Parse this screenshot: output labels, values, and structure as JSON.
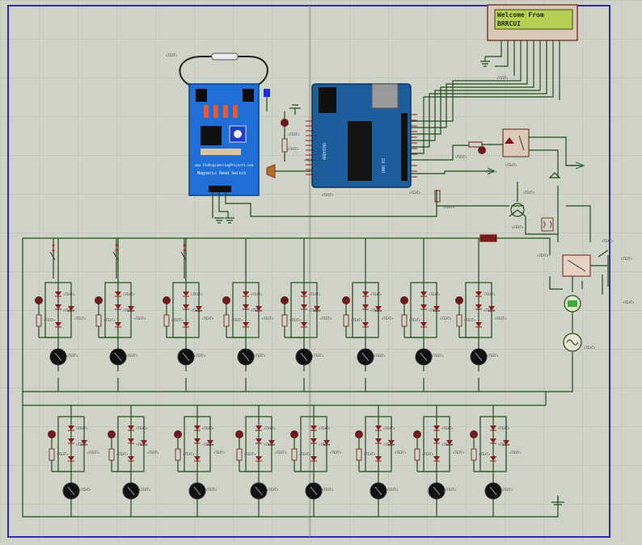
{
  "lcd": {
    "line1": "Welcome From",
    "line2": "BRRCUI"
  },
  "sensor_module": {
    "label": "Magnetic Reed Switch",
    "site": "www.TheEngineeringProjects.com"
  },
  "arduino": {
    "label": "ARDUINO",
    "sublabel": "UNO R3"
  },
  "component_value_label": "<TEXT>",
  "channels": {
    "row1_count": 8,
    "row2_count": 8
  },
  "colors": {
    "wire": "#1f4a1a",
    "sheet_border": "#2c2ca8",
    "grid": "#b5bbab",
    "led": "#6b1c1c",
    "lcd_bg": "#b7cf52",
    "module_blue": "#1f6fd6",
    "arduino_blue": "#1d5d9c"
  },
  "icons": {
    "ground": "ground-icon",
    "transistor": "transistor-icon",
    "ac_source": "ac-source-icon",
    "lamp": "lamp-icon",
    "speaker": "speaker-icon"
  }
}
